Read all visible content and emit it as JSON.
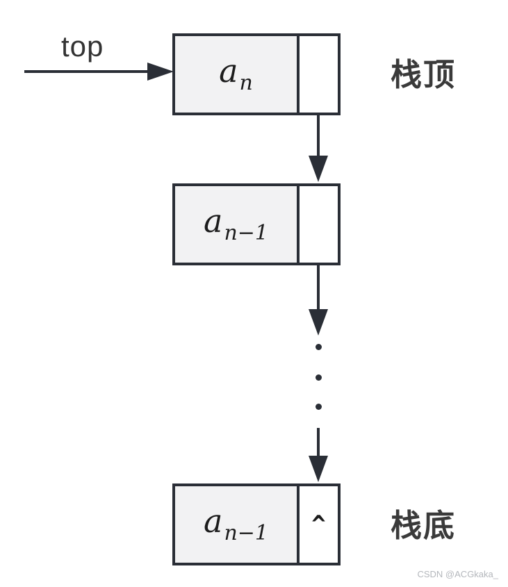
{
  "diagram": {
    "title_semantic": "linked-stack-diagram",
    "top_pointer_label": "top",
    "side_labels": {
      "stack_top": "栈顶",
      "stack_bottom": "栈底"
    },
    "nodes": [
      {
        "base": "a",
        "sub": "n",
        "pointer": ""
      },
      {
        "base": "a",
        "sub": "n−1",
        "pointer": ""
      },
      {
        "base": "a",
        "sub": "n−1",
        "pointer": "^"
      }
    ],
    "ellipsis_dot_count": 3,
    "watermark": "CSDN @ACGkaka_",
    "colors": {
      "stroke": "#2a2e36",
      "data_cell_fill": "#f2f2f3",
      "pointer_cell_fill": "#ffffff",
      "node_text": "#1c1c1c",
      "label_text": "#3a3a3a",
      "top_label_text": "#333333",
      "watermark_text": "#b4b7bc",
      "background": "#ffffff"
    }
  }
}
